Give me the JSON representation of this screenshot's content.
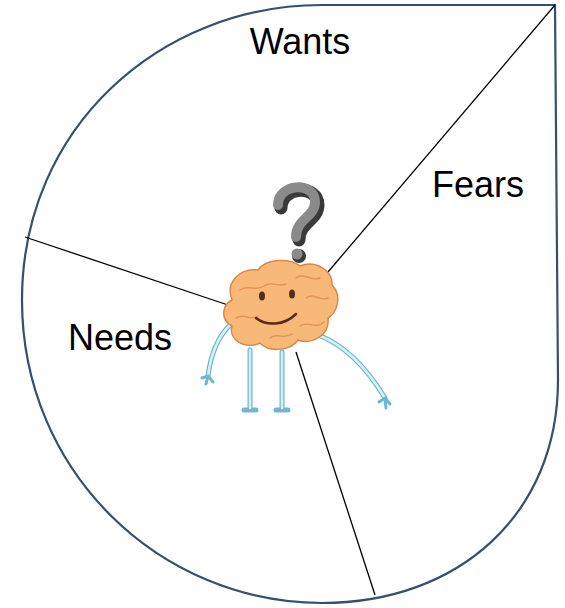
{
  "diagram": {
    "labels": [
      "Wants",
      "Fears",
      "Needs"
    ]
  }
}
